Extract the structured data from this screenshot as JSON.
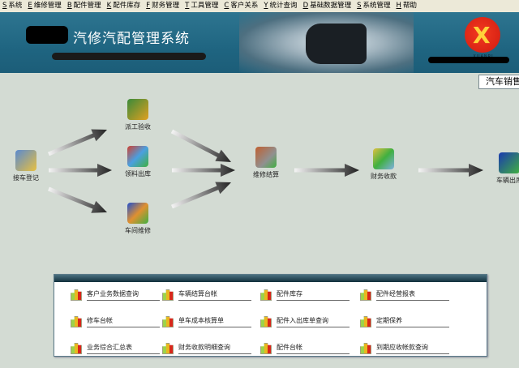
{
  "menu": [
    {
      "key": "S",
      "label": "系统"
    },
    {
      "key": "E",
      "label": "维修管理"
    },
    {
      "key": "B",
      "label": "配件管理"
    },
    {
      "key": "K",
      "label": "配件库存"
    },
    {
      "key": "F",
      "label": "财务管理"
    },
    {
      "key": "T",
      "label": "工具管理"
    },
    {
      "key": "C",
      "label": "客户关系"
    },
    {
      "key": "Y",
      "label": "统计查询"
    },
    {
      "key": "D",
      "label": "基础数据管理"
    },
    {
      "key": "S",
      "label": "系统管理"
    },
    {
      "key": "H",
      "label": "帮助"
    }
  ],
  "banner": {
    "title": "汽修汽配管理系统",
    "logo_text": "XUANRI"
  },
  "tab": {
    "label": "汽车销售"
  },
  "flow": {
    "nodes": [
      "接车登记",
      "派工验收",
      "领料出库",
      "车间维修",
      "维修结算",
      "财务收款",
      "车辆出库"
    ]
  },
  "reports": [
    "客户业务数据查询",
    "车辆结算台帐",
    "配件库存",
    "配件经营报表",
    "修车台帐",
    "单车成本核算单",
    "配件入出库单查询",
    "定期保养",
    "业务综合汇总表",
    "财务收款明细查询",
    "配件台帐",
    "到期应收帐款查询"
  ],
  "colors": {
    "banner": "#1f6581",
    "background": "#d3dbd3",
    "menubar": "#ece9d8"
  }
}
